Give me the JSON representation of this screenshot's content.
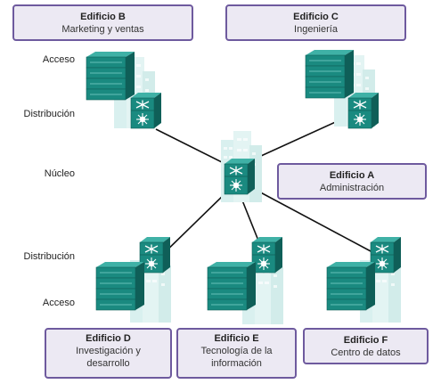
{
  "layers": {
    "acceso_top": "Acceso",
    "distribucion_top": "Distribución",
    "nucleo": "Núcleo",
    "distribucion_bottom": "Distribución",
    "acceso_bottom": "Acceso"
  },
  "buildings": {
    "a": {
      "name": "Edificio A",
      "desc": "Administración"
    },
    "b": {
      "name": "Edificio B",
      "desc": "Marketing y ventas"
    },
    "c": {
      "name": "Edificio C",
      "desc": "Ingeniería"
    },
    "d": {
      "name": "Edificio D",
      "desc_line1": "Investigación y",
      "desc_line2": "desarrollo"
    },
    "e": {
      "name": "Edificio E",
      "desc_line1": "Tecnología de la",
      "desc_line2": "información"
    },
    "f": {
      "name": "Edificio F",
      "desc": "Centro de datos"
    }
  },
  "colors": {
    "label_border": "#6e5a9e",
    "label_fill": "#ece9f3",
    "device_teal": "#1a8a80",
    "device_dark": "#0f5f58",
    "building_ghost": "#d6efee",
    "link": "#111111"
  },
  "icons": {
    "access_switch": "switch-stack-icon",
    "distribution_switch": "multilayer-switch-icon",
    "core_switch": "multilayer-switch-icon",
    "building": "building-icon"
  }
}
